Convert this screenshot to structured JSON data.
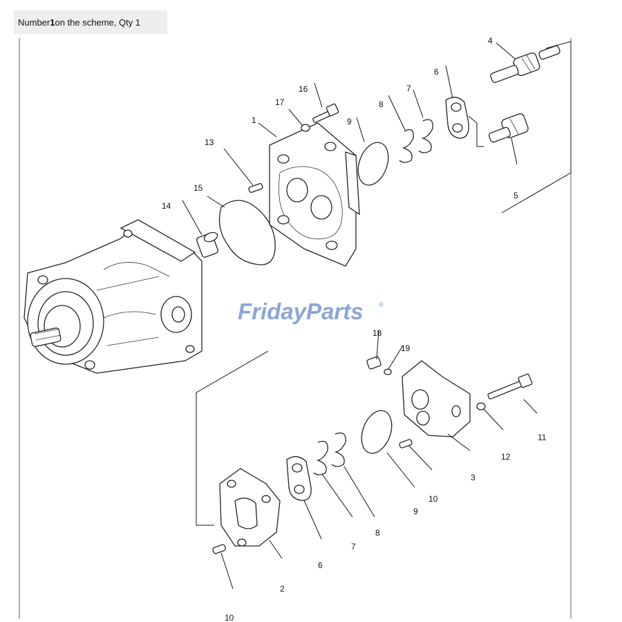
{
  "caption": {
    "prefix": "Number ",
    "number": "1",
    "suffix": " on the scheme, Qty 1"
  },
  "watermark": {
    "part1": "Friday",
    "part2": "Parts",
    "mark": "®",
    "color_main": "#8aa6d6",
    "color_accent": "#f0a030"
  },
  "labels": {
    "l1": "1",
    "l2": "2",
    "l3": "3",
    "l4": "4",
    "l5": "5",
    "l6a": "6",
    "l6b": "6",
    "l7a": "7",
    "l7b": "7",
    "l8a": "8",
    "l8b": "8",
    "l9a": "9",
    "l9b": "9",
    "l10a": "10",
    "l10b": "10",
    "l11": "11",
    "l12": "12",
    "l13": "13",
    "l14": "14",
    "l15": "15",
    "l16": "16",
    "l17": "17",
    "l18": "18",
    "l19": "19"
  }
}
